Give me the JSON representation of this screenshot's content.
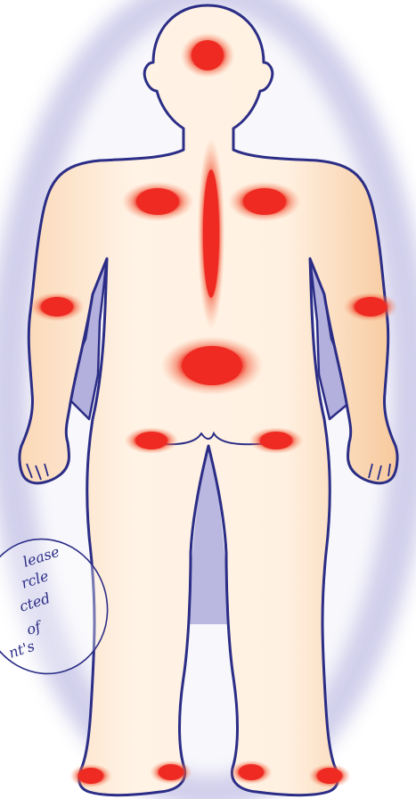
{
  "colors": {
    "background_halo": "#c9c7e8",
    "skin_light": "#fff3e6",
    "skin_mid": "#fde2c5",
    "skin_edge": "#f9cfa6",
    "outline": "#2b2d86",
    "gap_fill": "#b3b0dd",
    "marker_core": "#ee2a22",
    "marker_glow": "#f25a3c"
  },
  "markers": [
    {
      "id": "head",
      "shape": "ellipse"
    },
    {
      "id": "left-chest",
      "shape": "ellipse"
    },
    {
      "id": "right-chest",
      "shape": "ellipse"
    },
    {
      "id": "sternum",
      "shape": "vertical-ellipse"
    },
    {
      "id": "left-elbow",
      "shape": "ellipse"
    },
    {
      "id": "right-elbow",
      "shape": "ellipse"
    },
    {
      "id": "abdomen",
      "shape": "ellipse"
    },
    {
      "id": "left-hip",
      "shape": "ellipse"
    },
    {
      "id": "right-hip",
      "shape": "ellipse"
    },
    {
      "id": "left-foot-outer",
      "shape": "ellipse"
    },
    {
      "id": "left-foot-inner",
      "shape": "ellipse"
    },
    {
      "id": "right-foot-inner",
      "shape": "ellipse"
    },
    {
      "id": "right-foot-outer",
      "shape": "ellipse"
    }
  ],
  "note": {
    "lines": [
      "lease",
      "rcle",
      "cted",
      "of",
      "nt's"
    ]
  }
}
